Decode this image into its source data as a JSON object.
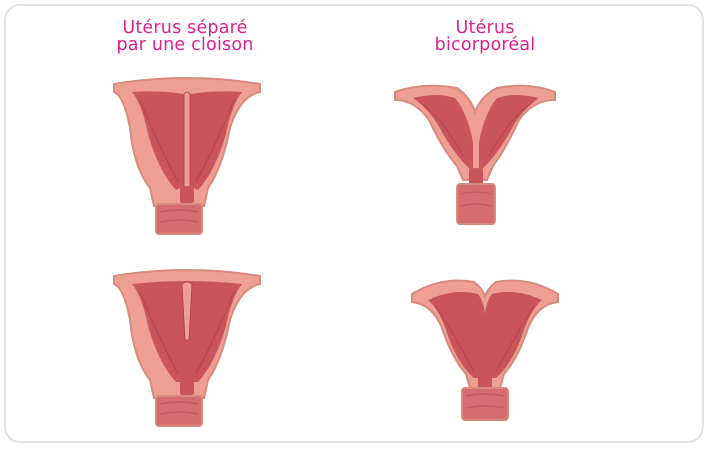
{
  "headings": {
    "left": [
      "Utérus séparé",
      "par une cloison"
    ],
    "right": [
      "Utérus",
      "bicorporéal"
    ]
  },
  "colors": {
    "heading": "#e0208c",
    "frame_border": "#e2e2e6",
    "uterus_outer": "#d98a7d",
    "uterus_wall": "#ee9e92",
    "uterus_cavity": "#c9555a",
    "uterus_lining": "#a84048",
    "cervix": "#d46c70"
  },
  "illustrations": [
    {
      "name": "septate-uterus-complete",
      "icon": "septate-uterus-icon"
    },
    {
      "name": "bicornuate-uterus-complete",
      "icon": "bicornuate-uterus-icon"
    },
    {
      "name": "septate-uterus-partial",
      "icon": "septate-uterus-icon"
    },
    {
      "name": "bicornuate-uterus-partial",
      "icon": "bicornuate-uterus-icon"
    }
  ]
}
